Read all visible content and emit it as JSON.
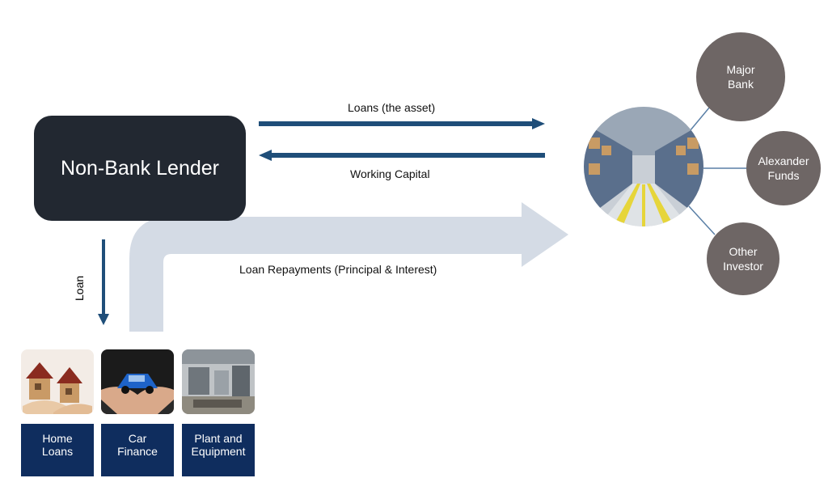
{
  "lender": {
    "label": "Non-Bank Lender"
  },
  "flows": {
    "loans_asset": "Loans (the asset)",
    "working_capital": "Working Capital",
    "repayments": "Loan Repayments (Principal & Interest)",
    "loan": "Loan"
  },
  "categories": [
    {
      "label_line1": "Home",
      "label_line2": "Loans"
    },
    {
      "label_line1": "Car",
      "label_line2": "Finance"
    },
    {
      "label_line1": "Plant and",
      "label_line2": "Equipment"
    }
  ],
  "investors": [
    {
      "line1": "Major",
      "line2": "Bank"
    },
    {
      "line1": "Alexander",
      "line2": "Funds"
    },
    {
      "line1": "Other",
      "line2": "Investor"
    }
  ],
  "colors": {
    "lender": "#222831",
    "arrow": "#1f4e79",
    "repayment_arrow": "#d4dbe5",
    "category": "#0f2d5e",
    "investor": "#6e6665"
  }
}
